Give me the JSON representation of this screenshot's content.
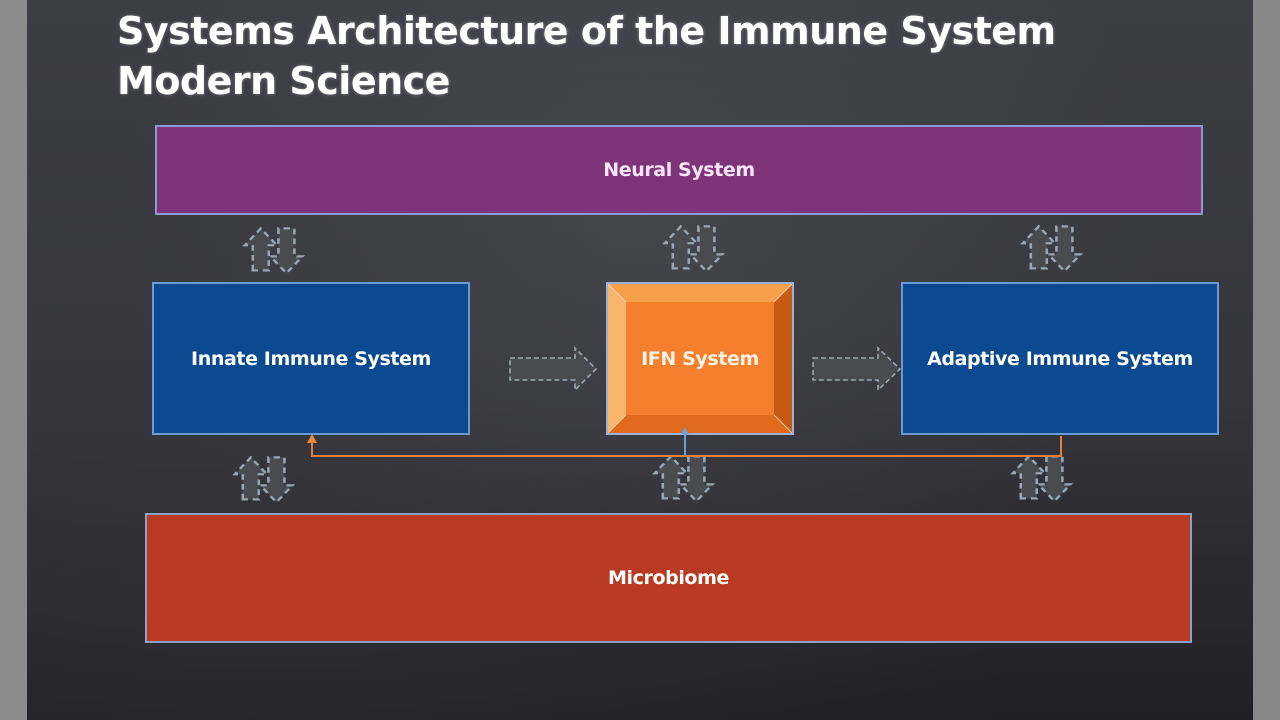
{
  "slide": {
    "title_line1": "Systems Architecture of the Immune System",
    "title_line2": "Modern Science"
  },
  "nodes": {
    "neural": "Neural System",
    "innate": "Innate Immune System",
    "ifn": "IFN System",
    "adaptive": "Adaptive Immune System",
    "microbiome": "Microbiome"
  },
  "edges": [
    {
      "from": "Innate Immune System",
      "to": "IFN System",
      "style": "dashed-block-arrow"
    },
    {
      "from": "IFN System",
      "to": "Adaptive Immune System",
      "style": "dashed-block-arrow"
    },
    {
      "from": "Adaptive Immune System",
      "to": "Innate Immune System",
      "style": "orange-feedback-line"
    },
    {
      "from": "Adaptive Immune System",
      "to": "IFN System",
      "style": "blue-feedback-line"
    }
  ],
  "colors": {
    "neural": "#7e3479",
    "immune": "#0b4a91",
    "ifn": "#f47f2c",
    "microbiome": "#b93a23",
    "feedback": "#e0803a",
    "board": "#3a3a40"
  }
}
